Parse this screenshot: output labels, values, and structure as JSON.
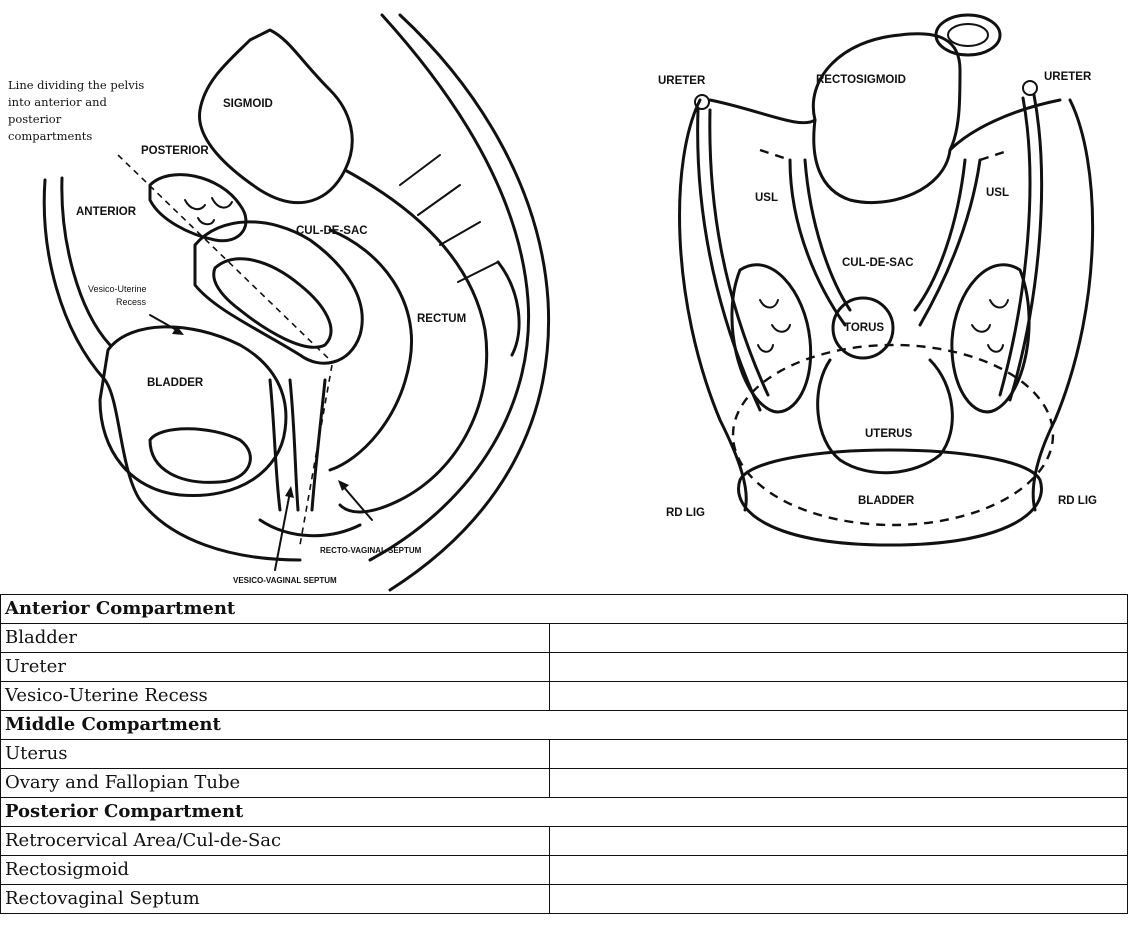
{
  "sagittal": {
    "line_note": [
      "Line dividing the pelvis",
      "into anterior and",
      "posterior",
      "compartments"
    ],
    "labels": {
      "sigmoid": "SIGMOID",
      "posterior": "POSTERIOR",
      "anterior": "ANTERIOR",
      "cul_de_sac": "CUL-DE-SAC",
      "rectum": "RECTUM",
      "bladder": "BLADDER",
      "recess": [
        "Vesico-Uterine",
        "Recess"
      ],
      "rv_septum": "RECTO-VAGINAL SEPTUM",
      "vv_septum": "VESICO-VAGINAL SEPTUM"
    }
  },
  "coronal": {
    "labels": {
      "rectosigmoid": "RECTOSIGMOID",
      "ureter_left": "URETER",
      "ureter_right": "URETER",
      "usl_left": "USL",
      "usl_right": "USL",
      "cul_de_sac": "CUL-DE-SAC",
      "torus": "TORUS",
      "uterus": "UTERUS",
      "bladder": "BLADDER",
      "rd_lig_left": "RD LIG",
      "rd_lig_right": "RD LIG"
    }
  },
  "table": {
    "sections": [
      {
        "header": "Anterior Compartment",
        "rows": [
          [
            "Bladder",
            ""
          ],
          [
            "Ureter",
            ""
          ],
          [
            "Vesico-Uterine Recess",
            ""
          ]
        ]
      },
      {
        "header": "Middle Compartment",
        "rows": [
          [
            "Uterus",
            ""
          ],
          [
            "Ovary and Fallopian Tube",
            ""
          ]
        ]
      },
      {
        "header": "Posterior Compartment",
        "rows": [
          [
            "Retrocervical Area/Cul-de-Sac",
            ""
          ],
          [
            "Rectosigmoid",
            ""
          ],
          [
            "Rectovaginal Septum",
            ""
          ]
        ]
      }
    ]
  }
}
